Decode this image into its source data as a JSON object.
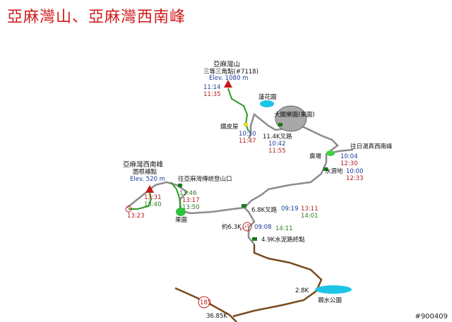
{
  "title": "亞麻灣山、亞麻灣西南峰",
  "watermark": "#900409",
  "peaks": {
    "main": {
      "name": "亞麻灣山",
      "sub": "三等三角點(#7118)",
      "elev": "Elev. 1080 m",
      "t1": "11:14",
      "t2": "11:35"
    },
    "sw": {
      "name": "亞麻灣西南峰",
      "sub": "圖根補點",
      "elev": "Elev. 520 m"
    }
  },
  "places": {
    "lotus_pond": "蓮花園",
    "orchard_big": "大閣樂園(果園)",
    "iron_hut": "鐵皮屋",
    "fork_11_4": "11.4K叉路",
    "to_rijing": "往日湯真西南峰",
    "radio_tower": "廣場",
    "water_tank": "水源地",
    "to_trail_mouth": "往亞麻灣傳統登山口",
    "orchard_small": "果園",
    "fork_6_8": "6.8K叉路",
    "km6_3": "約6.3K",
    "km4_9": "4.9K水泥路終點",
    "km2_8": "2.8K",
    "park": "親水公園",
    "km36": "36.85K",
    "route185": "185"
  },
  "times": {
    "iron_hut": [
      "10:50",
      "11:47"
    ],
    "fork_11_4": [
      "10:42",
      "11:55"
    ],
    "radio": [
      "10:04",
      "12:30"
    ],
    "water": [
      "10:00",
      "12:33"
    ],
    "trail_mouth": [
      "13:46",
      "13:17",
      "13:50"
    ],
    "sw_peak": [
      "13:31",
      "13:40"
    ],
    "sw_low": "13:23",
    "fork_6_8": [
      "09:19",
      "13:11",
      "14:01"
    ],
    "km6_3": [
      "09:08",
      "14:11"
    ]
  }
}
